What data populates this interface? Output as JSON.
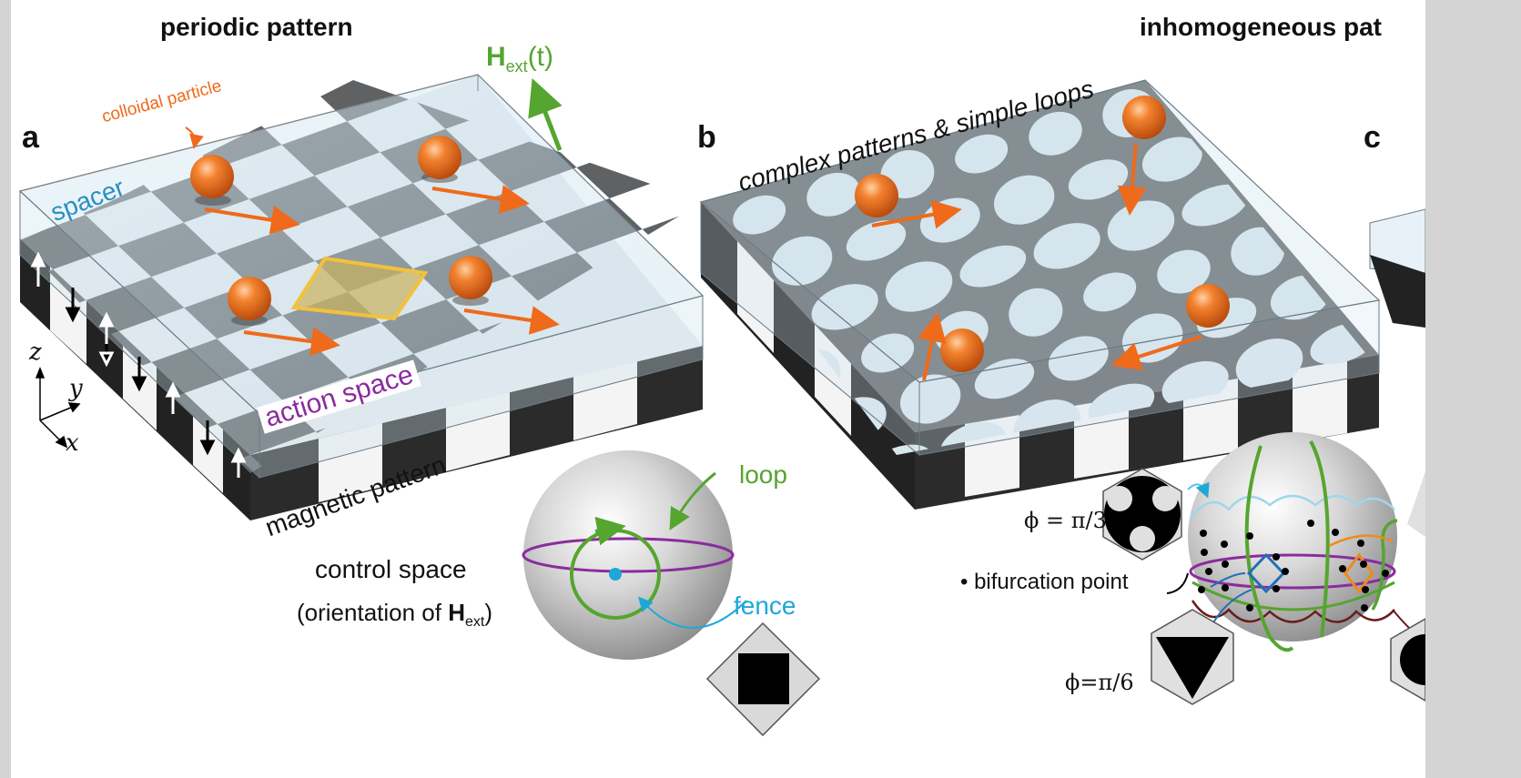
{
  "panels": {
    "left_title": "periodic pattern",
    "right_title": "inhomogeneous pat",
    "a": "a",
    "b": "b",
    "c": "c"
  },
  "panel_a": {
    "h_ext": "H",
    "h_ext_sub": "ext",
    "h_ext_t": "(t)",
    "colloidal_particle": "colloidal particle",
    "spacer": "spacer",
    "action_space": "action space",
    "magnetic_pattern": "magnetic pattern",
    "axis_z": "z",
    "axis_y": "y",
    "axis_x": "x",
    "loop": "loop",
    "fence": "fence",
    "control_space": "control space",
    "orientation_prefix": "(orientation of ",
    "orientation_h": "H",
    "orientation_sub": "ext",
    "orientation_suffix": ")"
  },
  "panel_b": {
    "complex": "complex patterns & simple loops",
    "phi_pi3": "ϕ = π/3",
    "phi_pi6": "ϕ=π/6",
    "bifurcation": "• bifurcation point"
  },
  "colors": {
    "particle": "#ef6a1a",
    "loop": "#55a52f",
    "fence": "#1ea8d8",
    "equator": "#8a2c9e",
    "unit_cell": "#f3c23a",
    "dark_square": "#5f6163",
    "light_square": "#e8ecef"
  },
  "icons": [
    "colloidal-particle-icon",
    "motion-arrow-icon",
    "sphere-icon",
    "hexagon-pattern-icon",
    "diamond-pattern-icon"
  ]
}
